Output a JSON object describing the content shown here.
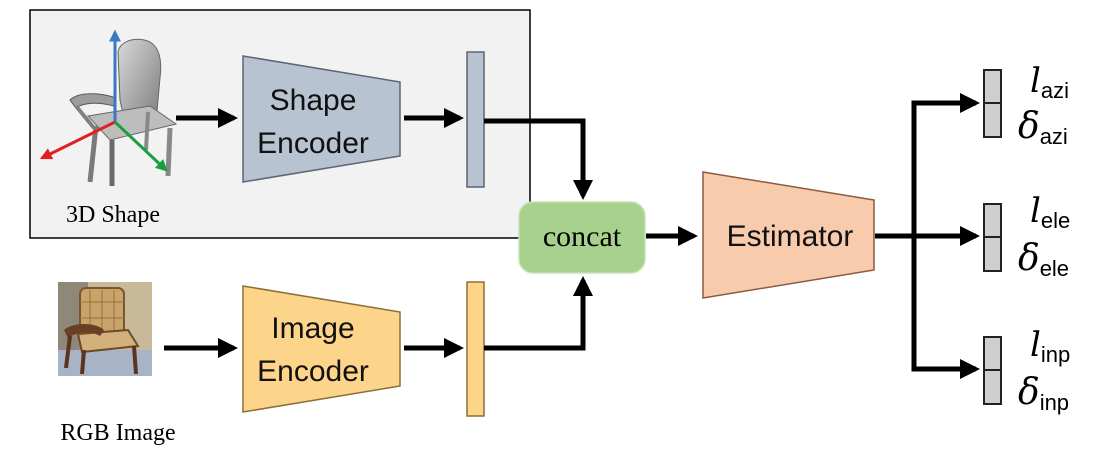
{
  "shape_panel": {
    "caption": "3D Shape"
  },
  "image_panel": {
    "caption": "RGB Image"
  },
  "shape_encoder": {
    "line1": "Shape",
    "line2": "Encoder"
  },
  "image_encoder": {
    "line1": "Image",
    "line2": "Encoder"
  },
  "concat": {
    "label": "concat"
  },
  "estimator": {
    "label": "Estimator"
  },
  "outputs": [
    {
      "l_symbol": "l",
      "l_sub": "azi",
      "delta_symbol": "δ",
      "delta_sub": "azi"
    },
    {
      "l_symbol": "l",
      "l_sub": "ele",
      "delta_symbol": "δ",
      "delta_sub": "ele"
    },
    {
      "l_symbol": "l",
      "l_sub": "inp",
      "delta_symbol": "δ",
      "delta_sub": "inp"
    }
  ],
  "colors": {
    "shape_encoder_fill": "#b8c3d1",
    "image_encoder_fill": "#fdd58a",
    "concat_fill": "#a9d18e",
    "estimator_fill": "#f8cbad",
    "output_cell_fill": "#cfcfcf",
    "panel_fill": "#f2f2f2",
    "axis_blue": "#3a78c2",
    "axis_red": "#e02020",
    "axis_green": "#19a03c"
  }
}
